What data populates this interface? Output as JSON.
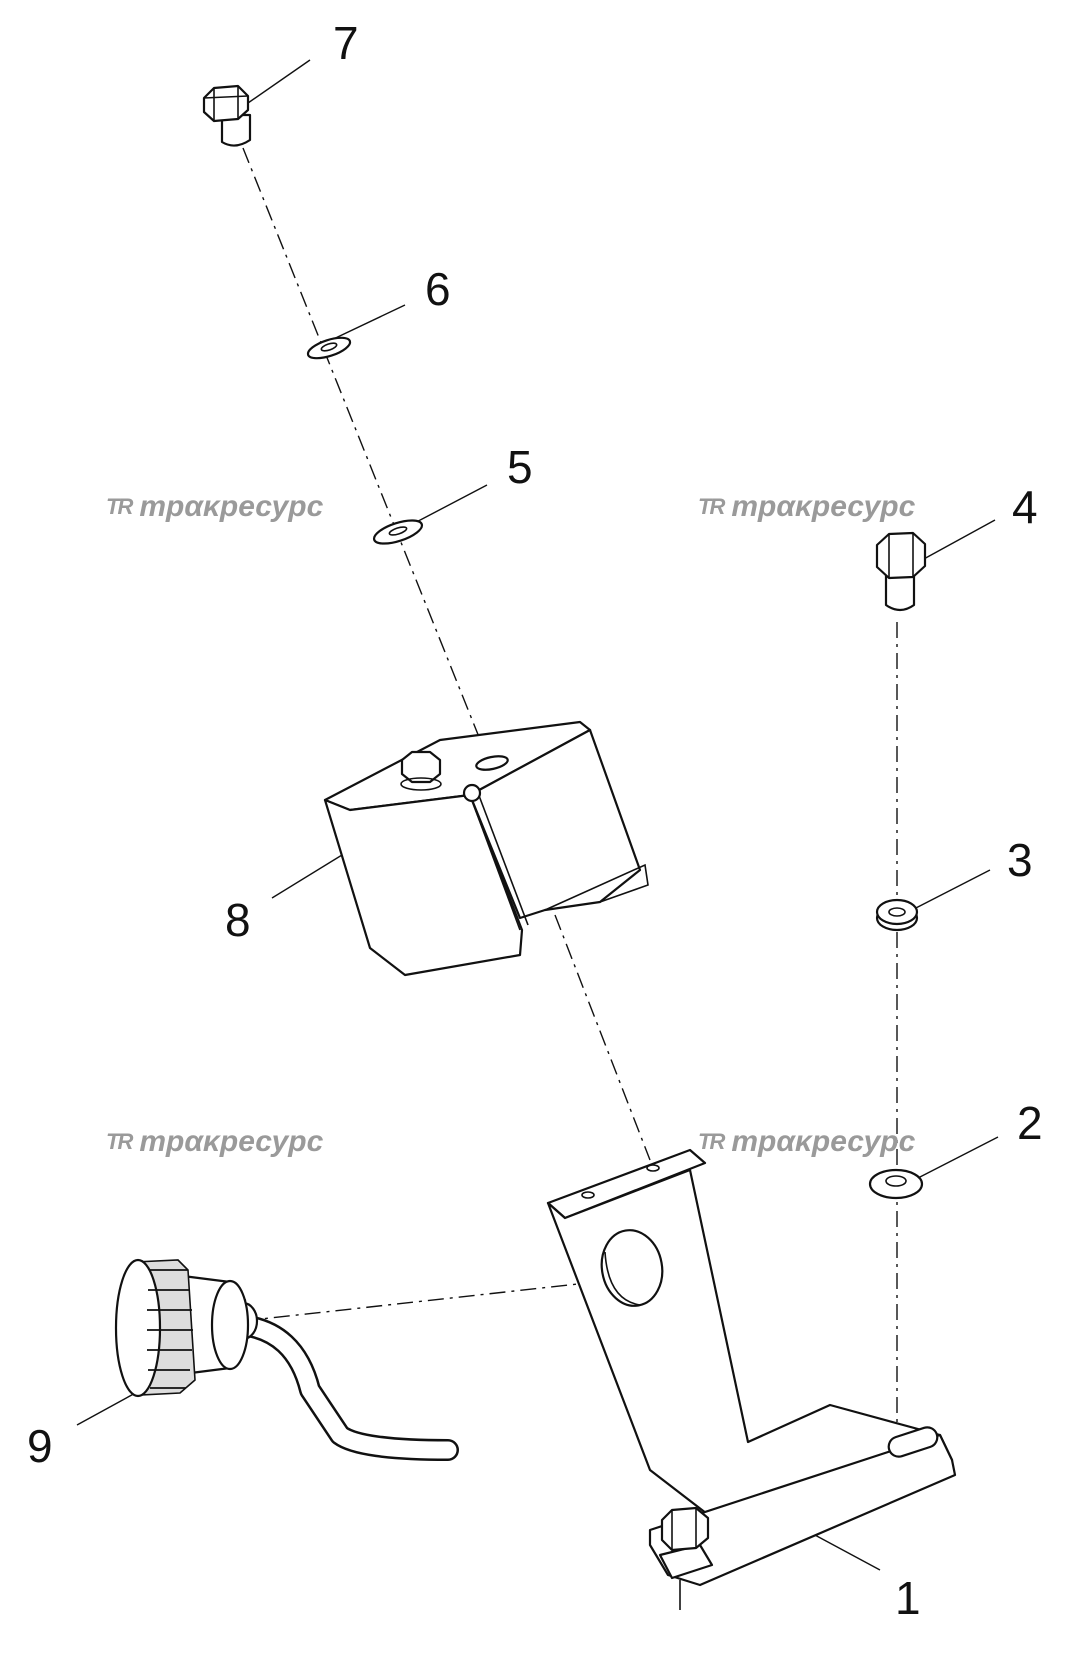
{
  "diagram": {
    "callouts": [
      {
        "id": "1",
        "label": "1"
      },
      {
        "id": "2",
        "label": "2"
      },
      {
        "id": "3",
        "label": "3"
      },
      {
        "id": "4",
        "label": "4"
      },
      {
        "id": "5",
        "label": "5"
      },
      {
        "id": "6",
        "label": "6"
      },
      {
        "id": "7",
        "label": "7"
      },
      {
        "id": "8",
        "label": "8"
      },
      {
        "id": "9",
        "label": "9"
      }
    ],
    "watermark": {
      "text": "трακресурс",
      "logo": "TR"
    }
  }
}
